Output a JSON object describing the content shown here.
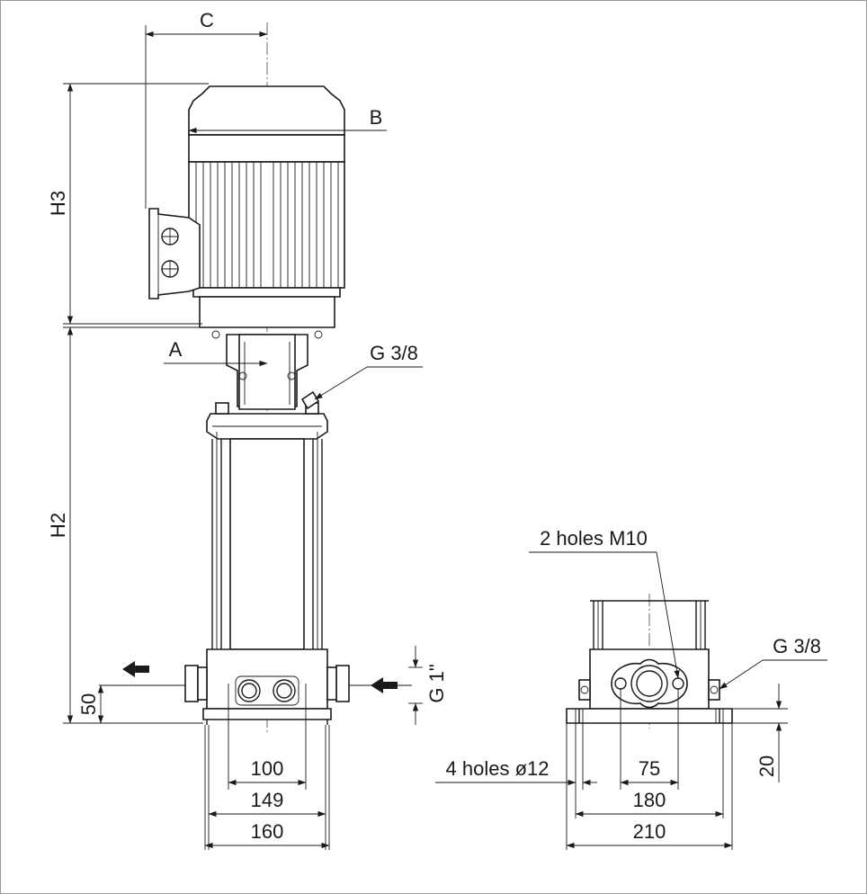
{
  "labels": {
    "C": "C",
    "B": "B",
    "A": "A",
    "H3": "H3",
    "H2": "H2",
    "g38_front": "G 3/8",
    "g38_side": "G 3/8",
    "g1": "G 1\"",
    "holes_m10": "2 holes M10",
    "holes_d12": "4 holes ø12",
    "d50": "50",
    "d100": "100",
    "d149": "149",
    "d160": "160",
    "d75": "75",
    "d180": "180",
    "d210": "210",
    "d20": "20"
  }
}
